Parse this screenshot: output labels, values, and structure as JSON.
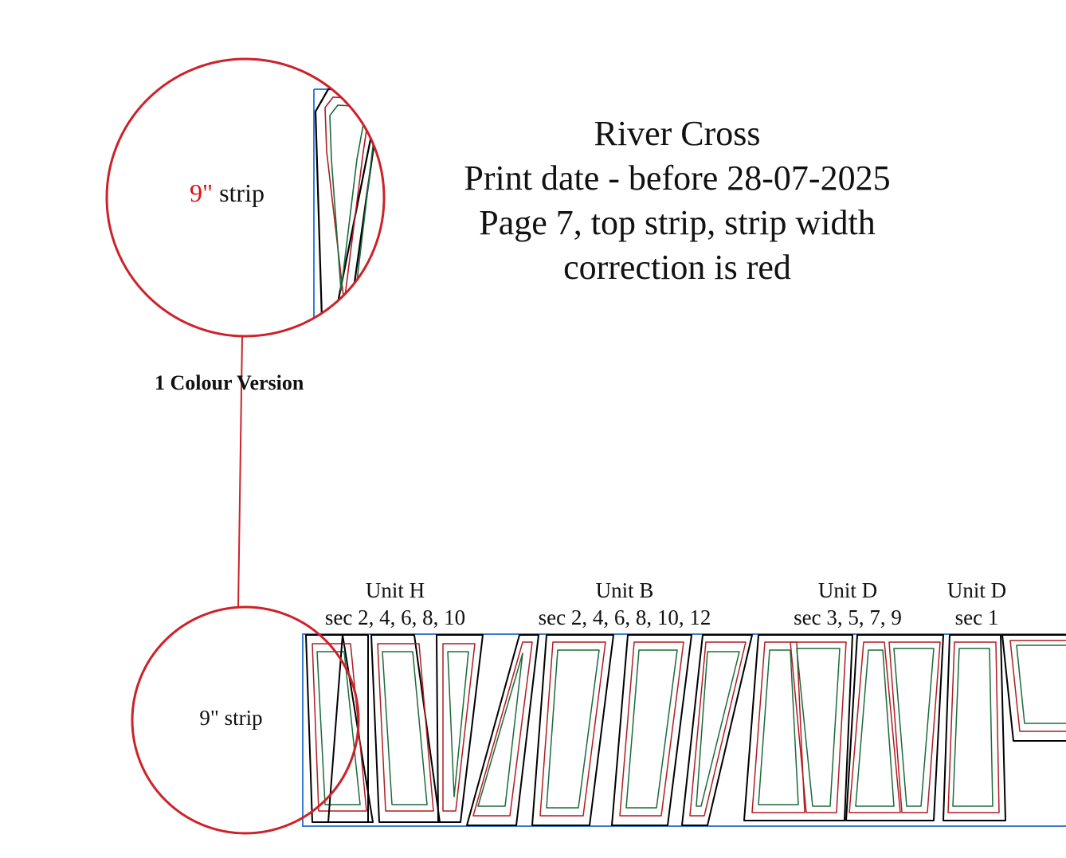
{
  "title": {
    "line1": "River Cross",
    "line2": "Print date - before 28-07-2025",
    "line3": "Page 7, top strip, strip width",
    "line4": "correction is red"
  },
  "version_label": "1 Colour Version",
  "top_strip_label": {
    "value": "9\"",
    "suffix": " strip"
  },
  "bottom_strip_label": "9\" strip",
  "unit_labels": [
    {
      "unit": "Unit H",
      "sections": "sec 2, 4, 6, 8, 10"
    },
    {
      "unit": "Unit B",
      "sections": "sec 2, 4, 6, 8, 10, 12"
    },
    {
      "unit": "Unit D",
      "sections": "sec 3, 5, 7, 9"
    },
    {
      "unit": "Unit D",
      "sections": "sec 1"
    }
  ],
  "colors": {
    "circle": "#cc2229",
    "outline": "#000000",
    "green_line": "#1a6b3a",
    "red_line": "#b01c22",
    "strip_border": "#3a7bd5"
  }
}
